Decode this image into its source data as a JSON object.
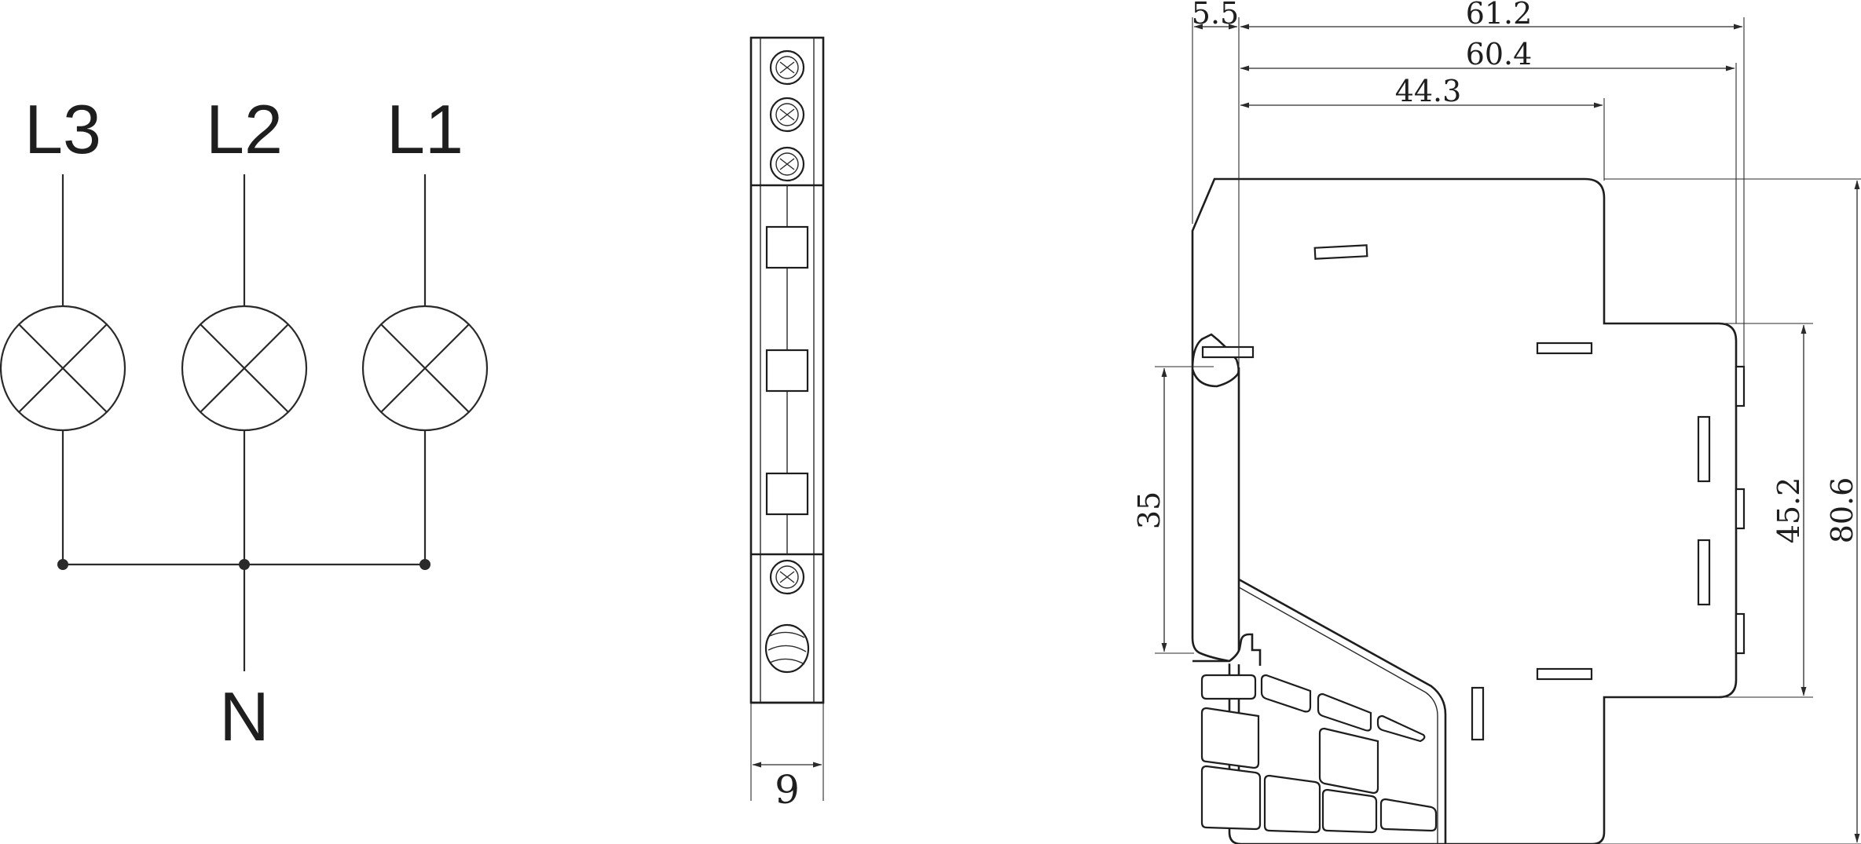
{
  "wiring": {
    "phases": [
      "L3",
      "L2",
      "L1"
    ],
    "neutral": "N"
  },
  "front_view": {
    "width_label": "9"
  },
  "side_view": {
    "dimensions": {
      "d_5_5": "5.5",
      "d_61_2": "61.2",
      "d_60_4": "60.4",
      "d_44_3": "44.3",
      "d_35": "35",
      "d_45_2": "45.2",
      "d_80_6": "80.6"
    }
  }
}
